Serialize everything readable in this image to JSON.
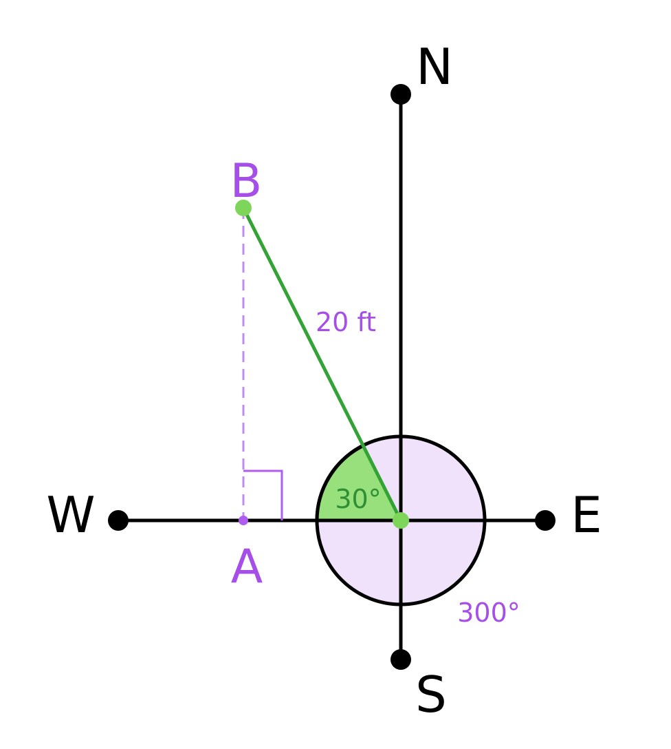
{
  "directions": {
    "north": "N",
    "south": "S",
    "east": "E",
    "west": "W"
  },
  "points": {
    "a": "A",
    "b": "B"
  },
  "measurements": {
    "length": "20 ft",
    "angle_small": "30°",
    "angle_bearing": "300°"
  },
  "colors": {
    "axis": "#000000",
    "segment": "#33a336",
    "point_green": "#7dd65a",
    "purple_text": "#a64ee8",
    "bearing_fill": "#f1e2fc",
    "angle_fill": "#97e07c",
    "dashed": "#c08cf2"
  }
}
